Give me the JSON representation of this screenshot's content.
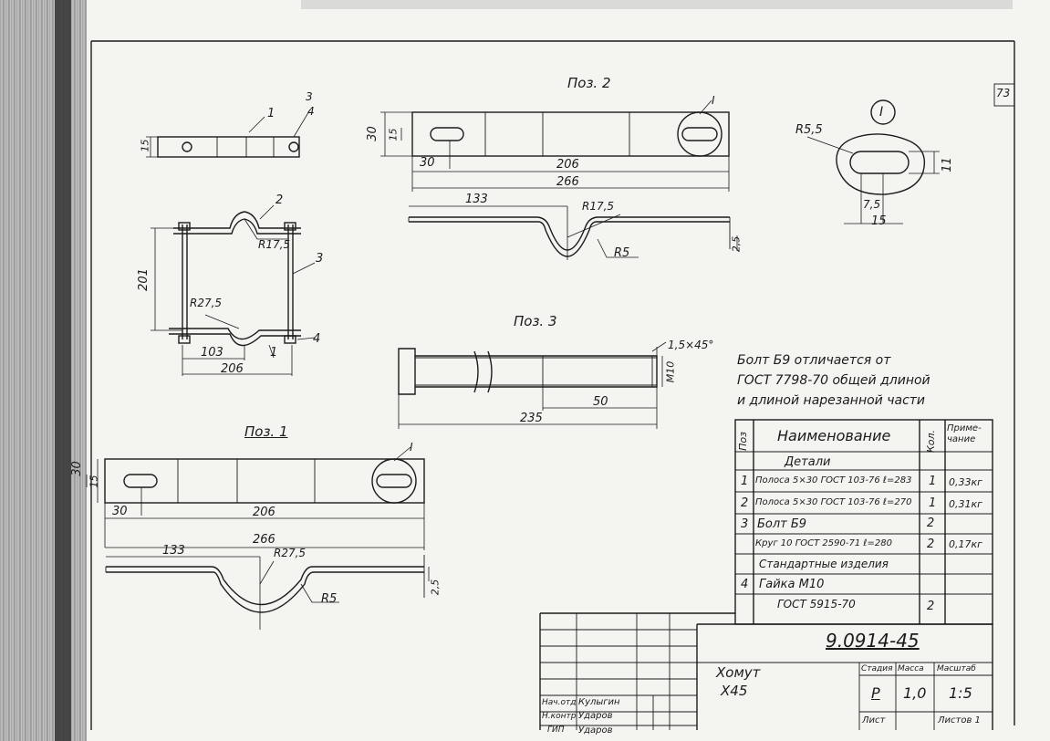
{
  "sheet": {
    "page_number": "73",
    "document_code": "9.0914-45",
    "title_line1": "Хомут",
    "title_line2": "Х45"
  },
  "views": {
    "pos2_label": "Поз. 2",
    "pos3_label": "Поз. 3",
    "pos1_label": "Поз. 1",
    "detail_marker": "I"
  },
  "dims": {
    "pos2": [
      "30",
      "15",
      "30",
      "206",
      "266",
      "133",
      "R17,5",
      "R5",
      "2,5"
    ],
    "detail": [
      "R5,5",
      "11",
      "7,5",
      "15"
    ],
    "pos3": [
      "1,5×45°",
      "M10",
      "50",
      "235"
    ],
    "pos1": [
      "30",
      "15",
      "30",
      "206",
      "266",
      "133",
      "R27,5",
      "R5",
      "2,5"
    ],
    "assembly": [
      "15",
      "201",
      "R17,5",
      "R27,5",
      "103",
      "206"
    ],
    "leaders": [
      "1",
      "2",
      "3",
      "4",
      "3",
      "4",
      "1"
    ]
  },
  "note": {
    "lines": [
      "Болт Б9 отличается от",
      "ГОСТ 7798-70 общей длиной",
      "и длиной нарезанной части"
    ]
  },
  "spec": {
    "headers": [
      "Поз",
      "Наименование",
      "Кол.",
      "Приме-чание"
    ],
    "rows": [
      {
        "pos": "",
        "name": "Детали",
        "qty": "",
        "note": ""
      },
      {
        "pos": "1",
        "name": "Полоса 5×30 ГОСТ 103-76 ℓ=283",
        "qty": "1",
        "note": "0,33кг"
      },
      {
        "pos": "2",
        "name": "Полоса 5×30 ГОСТ 103-76 ℓ=270",
        "qty": "1",
        "note": "0,31кг"
      },
      {
        "pos": "3",
        "name": "Болт Б9",
        "qty": "2",
        "note": ""
      },
      {
        "pos": "",
        "name": "Круг 10 ГОСТ 2590-71 ℓ=280",
        "qty": "2",
        "note": "0,17кг"
      },
      {
        "pos": "",
        "name": "Стандартные изделия",
        "qty": "",
        "note": ""
      },
      {
        "pos": "4",
        "name": "Гайка М10",
        "qty": "",
        "note": ""
      },
      {
        "pos": "",
        "name": "ГОСТ 5915-70",
        "qty": "2",
        "note": ""
      }
    ]
  },
  "titleblock": {
    "stage_header": "Стадия",
    "mass_header": "Масса",
    "scale_header": "Масштаб",
    "stage": "Р",
    "mass": "1,0",
    "scale": "1:5",
    "sheet_label": "Лист",
    "sheets_label": "Листов 1",
    "signatures": [
      {
        "role": "Нач.отд",
        "name": "Кулыгин"
      },
      {
        "role": "Н.контр",
        "name": "Ударов"
      },
      {
        "role": "ГИП",
        "name": "Ударов"
      }
    ]
  }
}
